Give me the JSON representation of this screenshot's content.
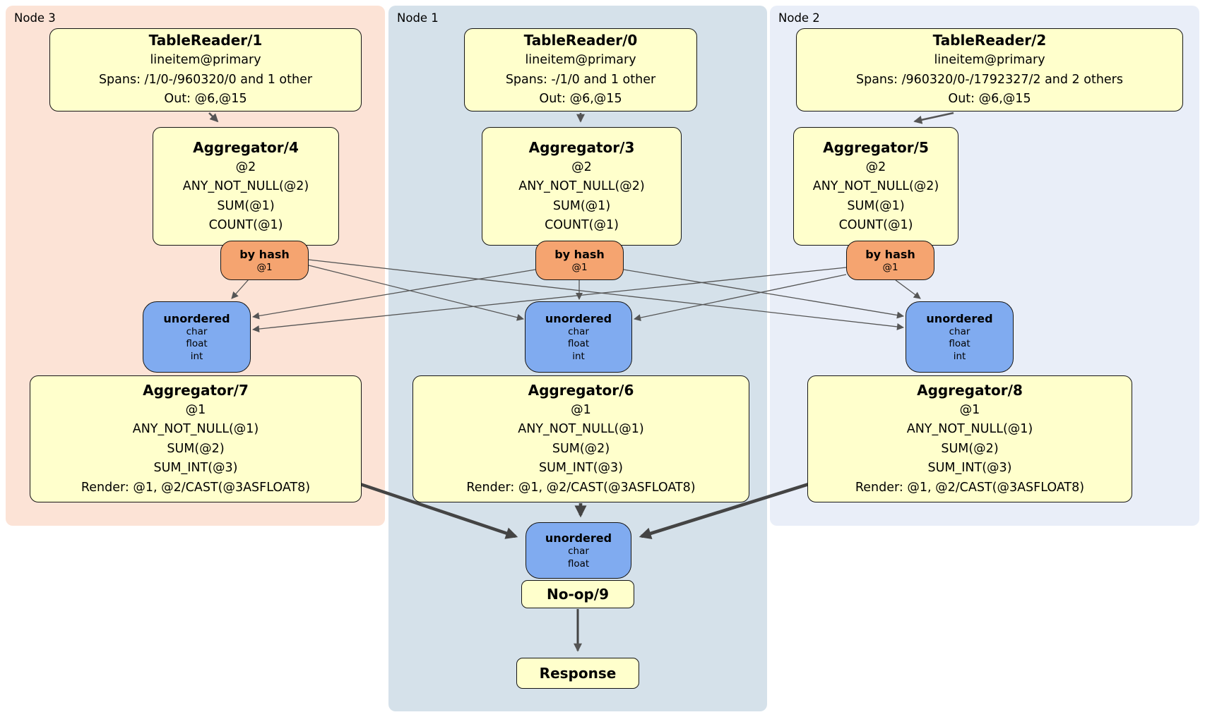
{
  "colors": {
    "processor_fill": "#ffffcc",
    "router_fill": "#f5a470",
    "sync_fill": "#80abf0",
    "node3_bg": "#fce3d6",
    "node1_bg": "#d5e1ea",
    "node2_bg": "#e9eef8",
    "edge_thin": "#555555",
    "edge_thick": "#444444"
  },
  "regions": {
    "node3": {
      "label": "Node 3"
    },
    "node1": {
      "label": "Node 1"
    },
    "node2": {
      "label": "Node 2"
    }
  },
  "boxes": {
    "tr1": {
      "title": "TableReader/1",
      "lines": [
        "lineitem@primary",
        "Spans: /1/0-/960320/0 and 1 other",
        "Out: @6,@15"
      ]
    },
    "tr0": {
      "title": "TableReader/0",
      "lines": [
        "lineitem@primary",
        "Spans: -/1/0 and 1 other",
        "Out: @6,@15"
      ]
    },
    "tr2": {
      "title": "TableReader/2",
      "lines": [
        "lineitem@primary",
        "Spans: /960320/0-/1792327/2 and 2 others",
        "Out: @6,@15"
      ]
    },
    "agg4": {
      "title": "Aggregator/4",
      "lines": [
        "@2",
        "ANY_NOT_NULL(@2)",
        "SUM(@1)",
        "COUNT(@1)"
      ]
    },
    "agg3": {
      "title": "Aggregator/3",
      "lines": [
        "@2",
        "ANY_NOT_NULL(@2)",
        "SUM(@1)",
        "COUNT(@1)"
      ]
    },
    "agg5": {
      "title": "Aggregator/5",
      "lines": [
        "@2",
        "ANY_NOT_NULL(@2)",
        "SUM(@1)",
        "COUNT(@1)"
      ]
    },
    "agg7": {
      "title": "Aggregator/7",
      "lines": [
        "@1",
        "ANY_NOT_NULL(@1)",
        "SUM(@2)",
        "SUM_INT(@3)",
        "Render: @1, @2/CAST(@3ASFLOAT8)"
      ]
    },
    "agg6": {
      "title": "Aggregator/6",
      "lines": [
        "@1",
        "ANY_NOT_NULL(@1)",
        "SUM(@2)",
        "SUM_INT(@3)",
        "Render: @1, @2/CAST(@3ASFLOAT8)"
      ]
    },
    "agg8": {
      "title": "Aggregator/8",
      "lines": [
        "@1",
        "ANY_NOT_NULL(@1)",
        "SUM(@2)",
        "SUM_INT(@3)",
        "Render: @1, @2/CAST(@3ASFLOAT8)"
      ]
    },
    "hashL": {
      "title": "by hash",
      "lines": [
        "@1"
      ]
    },
    "hashC": {
      "title": "by hash",
      "lines": [
        "@1"
      ]
    },
    "hashR": {
      "title": "by hash",
      "lines": [
        "@1"
      ]
    },
    "syncL": {
      "title": "unordered",
      "lines": [
        "char",
        "float",
        "int"
      ]
    },
    "syncC": {
      "title": "unordered",
      "lines": [
        "char",
        "float",
        "int"
      ]
    },
    "syncR": {
      "title": "unordered",
      "lines": [
        "char",
        "float",
        "int"
      ]
    },
    "syncMerge": {
      "title": "unordered",
      "lines": [
        "char",
        "float"
      ]
    },
    "noop": {
      "title": "No-op/9"
    },
    "response": {
      "title": "Response"
    }
  }
}
